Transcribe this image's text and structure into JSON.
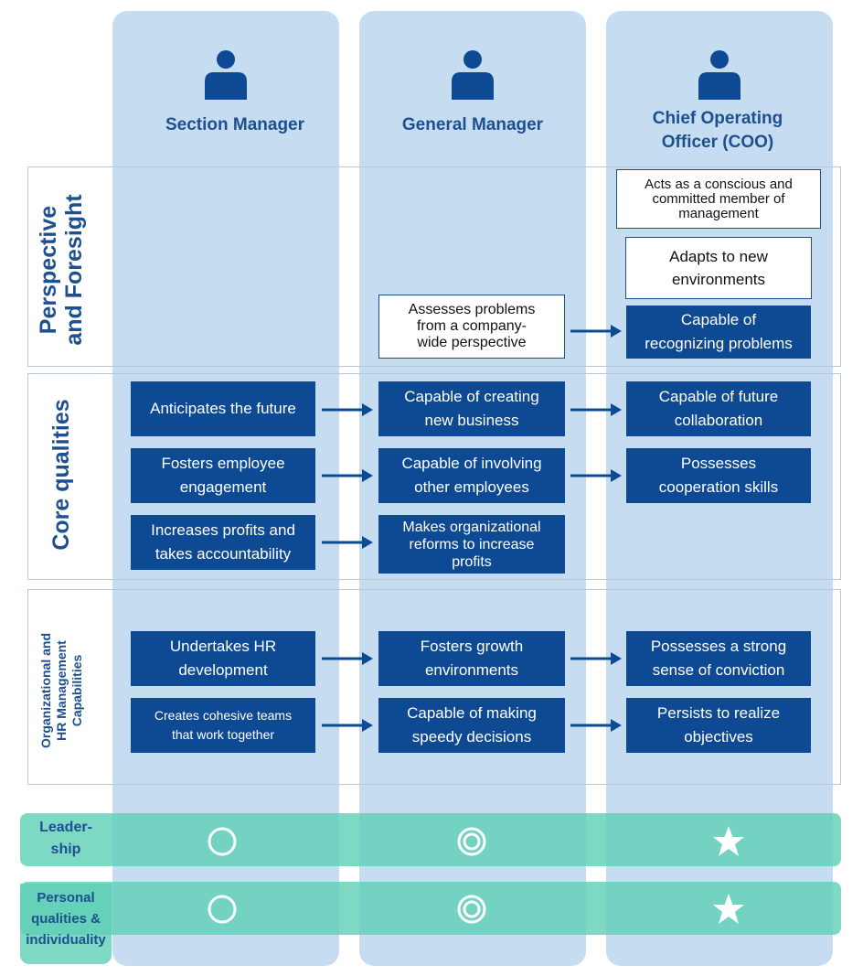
{
  "columns": [
    {
      "title": "Section Manager"
    },
    {
      "title": "General Manager"
    },
    {
      "title": "Chief Operating\nOfficer (COO)"
    }
  ],
  "sections": {
    "perspective": {
      "label": "Perspective\nand Foresight"
    },
    "core": {
      "label": "Core qualities"
    },
    "org": {
      "label": "Organizational and\nHR Management\nCapabilities"
    }
  },
  "boxes": {
    "coo_conscious": "Acts as a conscious and\ncommitted member of\nmanagement",
    "coo_adapts": "Adapts to new\nenvironments",
    "gm_assesses": "Assesses problems\nfrom a company-\nwide perspective",
    "coo_recognizing": "Capable of\nrecognizing problems",
    "sm_anticipates": "Anticipates the future",
    "gm_creating": "Capable of creating\nnew business",
    "coo_future": "Capable of future\ncollaboration",
    "sm_fosters": "Fosters employee\nengagement",
    "gm_involving": "Capable of involving\nother employees",
    "coo_cooperation": "Possesses\ncooperation skills",
    "sm_profits": "Increases profits and\ntakes accountability",
    "gm_reforms": "Makes organizational\nreforms to increase\nprofits",
    "sm_hr": "Undertakes HR\ndevelopment",
    "gm_growth": "Fosters growth\nenvironments",
    "coo_conviction": "Possesses a strong\nsense of conviction",
    "sm_teams": "Creates cohesive teams\nthat work together",
    "gm_speedy": "Capable of making\nspeedy decisions",
    "coo_persists": "Persists to realize\nobjectives"
  },
  "bands": [
    {
      "label": "Leader-\nship",
      "symbols": [
        "circle",
        "double-circle",
        "star"
      ]
    },
    {
      "label": "Personal\nqualities &\nindividuality",
      "symbols": [
        "circle",
        "double-circle",
        "star"
      ]
    }
  ],
  "colors": {
    "column_bg": "#c6ddf1",
    "dark_box": "#0e4a94",
    "title_blue": "#1e4f8f",
    "band_teal": "#60cfb7"
  }
}
